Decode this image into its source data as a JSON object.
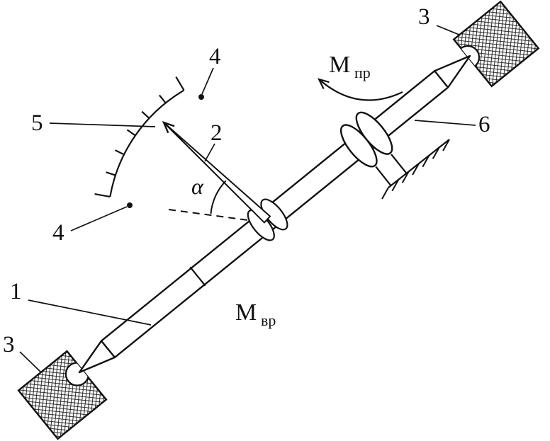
{
  "colors": {
    "ink": "#111111",
    "background": "#ffffff"
  },
  "labels": {
    "shaft": "1",
    "pointer": "2",
    "anchor_top": "3",
    "anchor_bottom": "3",
    "scale_mark_top": "4",
    "scale_mark_bottom": "4",
    "scale": "5",
    "support": "6",
    "angle": "α"
  },
  "moments": {
    "applied": {
      "main": "М",
      "sub": "пр"
    },
    "twisting": {
      "main": "М",
      "sub": "вр"
    }
  }
}
